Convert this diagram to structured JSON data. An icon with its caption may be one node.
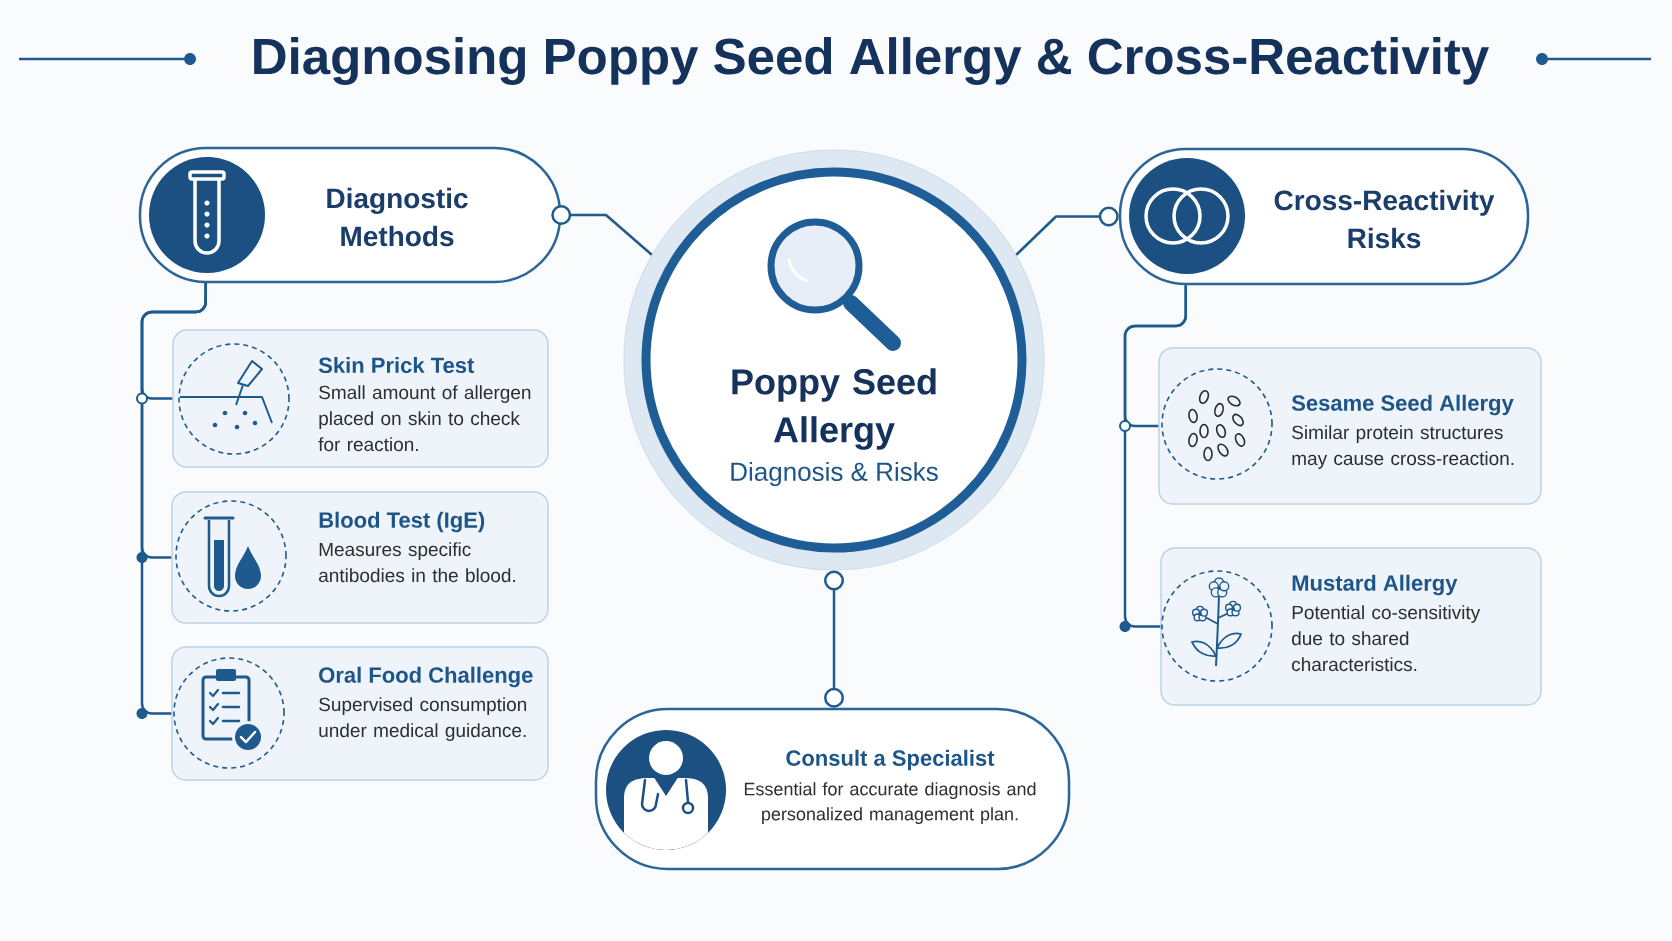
{
  "diagram": {
    "title": "Diagnosing Poppy Seed Allergy & Cross-Reactivity",
    "nodes": [
      {
        "text": [
          "Diagnostic Methods"
        ]
      },
      {
        "text": [
          "Poppy Seed Allergy",
          "Diagnosis & Risks"
        ]
      },
      {
        "text": [
          "Cross-Reactivity Risks"
        ]
      },
      {
        "text": [
          "Skin Prick Test",
          "Small amount of allergen placed on skin to check for reaction."
        ]
      },
      {
        "text": [
          "Blood Test (IgE)",
          "Measures specific antibodies in the blood."
        ]
      },
      {
        "text": [
          "Oral Food Challenge",
          "Supervised consumption under medical guidance."
        ]
      },
      {
        "text": [
          "Sesame Seed Allergy",
          "Similar protein structures may cause cross-reaction."
        ]
      },
      {
        "text": [
          "Mustard Allergy",
          "Potential co-sensitivity due to shared characteristics."
        ]
      },
      {
        "text": [
          "Consult a Specialist",
          "Essential for accurate diagnosis and personalized management plan."
        ]
      }
    ],
    "edges": [
      {
        "from": 1,
        "to": 0,
        "arrow": "other"
      },
      {
        "from": 1,
        "to": 2,
        "arrow": "other"
      },
      {
        "from": 1,
        "to": 8,
        "arrow": "other"
      },
      {
        "from": 0,
        "to": 3,
        "arrow": "none"
      },
      {
        "from": 0,
        "to": 4,
        "arrow": "none"
      },
      {
        "from": 0,
        "to": 5,
        "arrow": "none"
      },
      {
        "from": 2,
        "to": 6,
        "arrow": "none"
      },
      {
        "from": 2,
        "to": 7,
        "arrow": "none"
      }
    ]
  }
}
